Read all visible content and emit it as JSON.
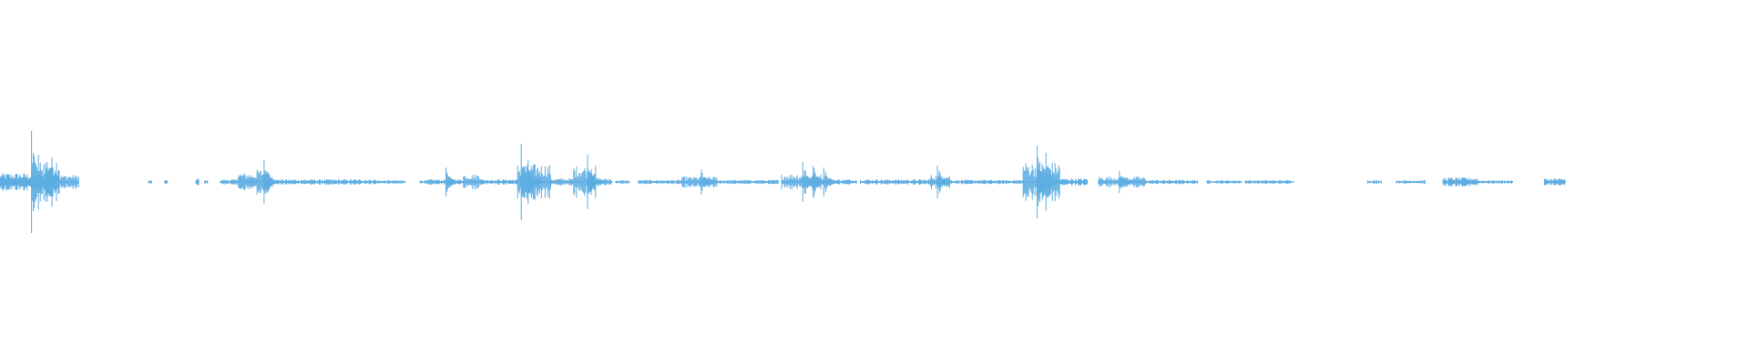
{
  "waveform": {
    "color": "#5dade2",
    "segments": [
      {
        "start": 0.0,
        "end": 0.025,
        "amp": 0.05
      },
      {
        "start": 0.025,
        "end": 0.034,
        "amp": 0.14
      },
      {
        "start": 0.034,
        "end": 0.045,
        "amp": 0.04
      },
      {
        "start": 0.085,
        "end": 0.087,
        "amp": 0.01
      },
      {
        "start": 0.094,
        "end": 0.096,
        "amp": 0.01
      },
      {
        "start": 0.112,
        "end": 0.114,
        "amp": 0.02
      },
      {
        "start": 0.117,
        "end": 0.119,
        "amp": 0.01
      },
      {
        "start": 0.126,
        "end": 0.136,
        "amp": 0.015
      },
      {
        "start": 0.136,
        "end": 0.147,
        "amp": 0.05
      },
      {
        "start": 0.147,
        "end": 0.155,
        "amp": 0.07
      },
      {
        "start": 0.155,
        "end": 0.215,
        "amp": 0.015
      },
      {
        "start": 0.215,
        "end": 0.232,
        "amp": 0.01
      },
      {
        "start": 0.24,
        "end": 0.245,
        "amp": 0.01
      },
      {
        "start": 0.245,
        "end": 0.265,
        "amp": 0.015
      },
      {
        "start": 0.265,
        "end": 0.275,
        "amp": 0.045
      },
      {
        "start": 0.275,
        "end": 0.296,
        "amp": 0.015
      },
      {
        "start": 0.296,
        "end": 0.315,
        "amp": 0.1
      },
      {
        "start": 0.315,
        "end": 0.328,
        "amp": 0.02
      },
      {
        "start": 0.328,
        "end": 0.341,
        "amp": 0.09
      },
      {
        "start": 0.341,
        "end": 0.35,
        "amp": 0.02
      },
      {
        "start": 0.352,
        "end": 0.36,
        "amp": 0.01
      },
      {
        "start": 0.365,
        "end": 0.39,
        "amp": 0.012
      },
      {
        "start": 0.39,
        "end": 0.41,
        "amp": 0.03
      },
      {
        "start": 0.41,
        "end": 0.445,
        "amp": 0.012
      },
      {
        "start": 0.447,
        "end": 0.47,
        "amp": 0.045
      },
      {
        "start": 0.47,
        "end": 0.49,
        "amp": 0.015
      },
      {
        "start": 0.492,
        "end": 0.532,
        "amp": 0.015
      },
      {
        "start": 0.532,
        "end": 0.543,
        "amp": 0.04
      },
      {
        "start": 0.543,
        "end": 0.585,
        "amp": 0.012
      },
      {
        "start": 0.585,
        "end": 0.606,
        "amp": 0.11
      },
      {
        "start": 0.606,
        "end": 0.622,
        "amp": 0.02
      },
      {
        "start": 0.628,
        "end": 0.655,
        "amp": 0.03
      },
      {
        "start": 0.655,
        "end": 0.685,
        "amp": 0.012
      },
      {
        "start": 0.69,
        "end": 0.71,
        "amp": 0.01
      },
      {
        "start": 0.712,
        "end": 0.74,
        "amp": 0.01
      },
      {
        "start": 0.782,
        "end": 0.79,
        "amp": 0.01
      },
      {
        "start": 0.798,
        "end": 0.815,
        "amp": 0.01
      },
      {
        "start": 0.825,
        "end": 0.845,
        "amp": 0.025
      },
      {
        "start": 0.845,
        "end": 0.865,
        "amp": 0.01
      },
      {
        "start": 0.883,
        "end": 0.895,
        "amp": 0.02
      }
    ],
    "spikes": [
      {
        "pos": 0.018,
        "amp": 0.28
      },
      {
        "pos": 0.022,
        "amp": 0.15
      },
      {
        "pos": 0.151,
        "amp": 0.12
      },
      {
        "pos": 0.255,
        "amp": 0.08
      },
      {
        "pos": 0.298,
        "amp": 0.21
      },
      {
        "pos": 0.302,
        "amp": 0.12
      },
      {
        "pos": 0.336,
        "amp": 0.15
      },
      {
        "pos": 0.401,
        "amp": 0.07
      },
      {
        "pos": 0.459,
        "amp": 0.11
      },
      {
        "pos": 0.465,
        "amp": 0.09
      },
      {
        "pos": 0.471,
        "amp": 0.08
      },
      {
        "pos": 0.536,
        "amp": 0.09
      },
      {
        "pos": 0.593,
        "amp": 0.2
      },
      {
        "pos": 0.598,
        "amp": 0.16
      },
      {
        "pos": 0.64,
        "amp": 0.06
      }
    ]
  }
}
